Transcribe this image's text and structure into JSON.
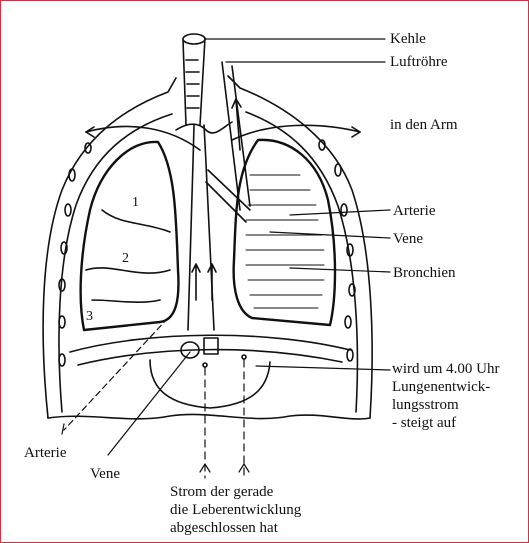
{
  "labels": {
    "kehle": "Kehle",
    "luftroehre": "Luftröhre",
    "arm": "in den Arm",
    "arterie_right": "Arterie",
    "vene_right": "Vene",
    "bronchien": "Bronchien",
    "strom_note_l1": "wird um 4.00 Uhr",
    "strom_note_l2": "Lungenentwick-",
    "strom_note_l3": "lungsstrom",
    "strom_note_l4": "- steigt auf",
    "arterie_left": "Arterie",
    "vene_left": "Vene",
    "bottom_l1": "Strom der gerade",
    "bottom_l2": "die Leberentwicklung",
    "bottom_l3": "abgeschlossen hat"
  },
  "lung_numbers": [
    "1",
    "2",
    "3"
  ],
  "colors": {
    "ink": "#111111",
    "frame": "#c0394b"
  }
}
